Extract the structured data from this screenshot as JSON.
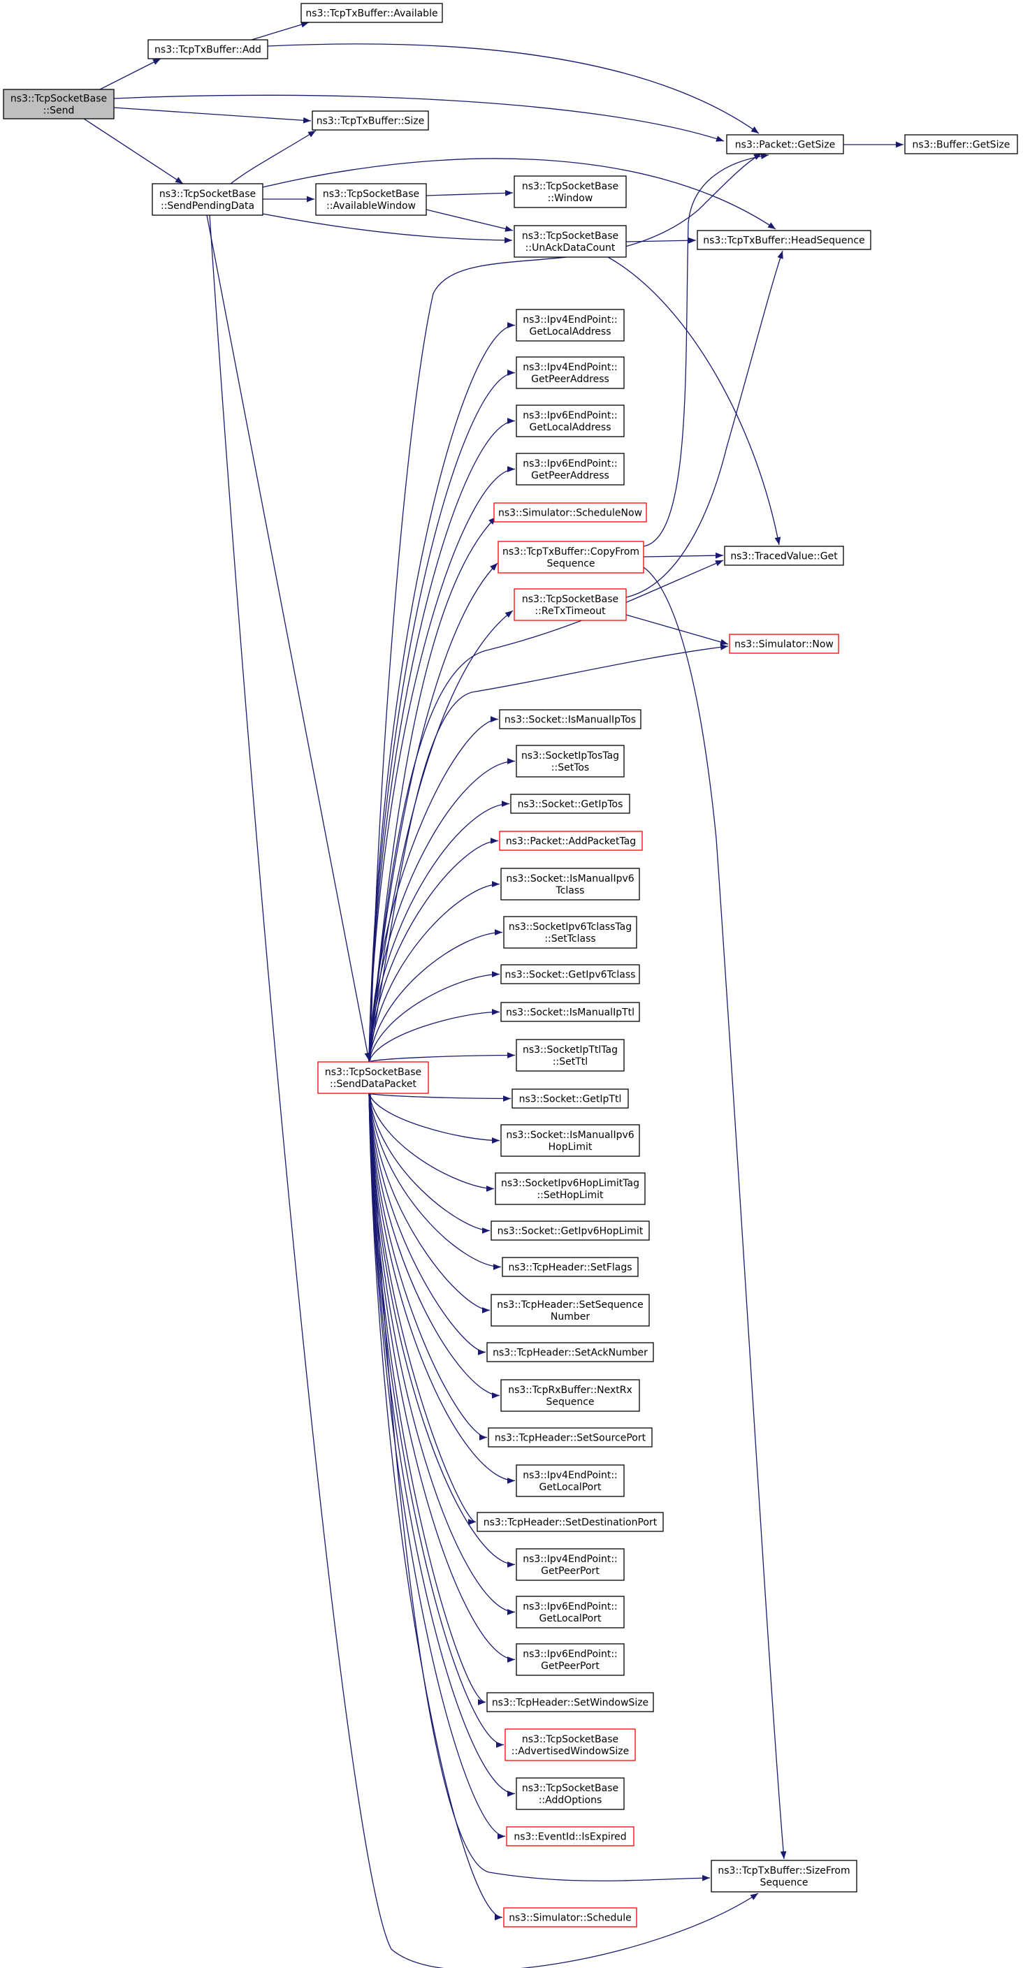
{
  "diagram": {
    "type": "call-graph",
    "colors": {
      "edge": "#191970",
      "node_border": "#000000",
      "link_red": "#ff0000",
      "root_fill": "#bfbfbf",
      "node_fill": "#ffffff"
    },
    "nodes": [
      {
        "id": "send",
        "lines": [
          "ns3::TcpSocketBase",
          "::Send"
        ],
        "style": "root"
      },
      {
        "id": "add",
        "lines": [
          "ns3::TcpTxBuffer::Add"
        ],
        "style": "normal"
      },
      {
        "id": "available",
        "lines": [
          "ns3::TcpTxBuffer::Available"
        ],
        "style": "normal"
      },
      {
        "id": "size",
        "lines": [
          "ns3::TcpTxBuffer::Size"
        ],
        "style": "normal"
      },
      {
        "id": "packet_getsize",
        "lines": [
          "ns3::Packet::GetSize"
        ],
        "style": "normal"
      },
      {
        "id": "buffer_getsize",
        "lines": [
          "ns3::Buffer::GetSize"
        ],
        "style": "normal"
      },
      {
        "id": "sendpending",
        "lines": [
          "ns3::TcpSocketBase",
          "::SendPendingData"
        ],
        "style": "normal"
      },
      {
        "id": "availwindow",
        "lines": [
          "ns3::TcpSocketBase",
          "::AvailableWindow"
        ],
        "style": "normal"
      },
      {
        "id": "window",
        "lines": [
          "ns3::TcpSocketBase",
          "::Window"
        ],
        "style": "normal"
      },
      {
        "id": "unack",
        "lines": [
          "ns3::TcpSocketBase",
          "::UnAckDataCount"
        ],
        "style": "normal"
      },
      {
        "id": "headseq",
        "lines": [
          "ns3::TcpTxBuffer::HeadSequence"
        ],
        "style": "normal"
      },
      {
        "id": "ipv4_local",
        "lines": [
          "ns3::Ipv4EndPoint::",
          "GetLocalAddress"
        ],
        "style": "normal"
      },
      {
        "id": "ipv4_peer",
        "lines": [
          "ns3::Ipv4EndPoint::",
          "GetPeerAddress"
        ],
        "style": "normal"
      },
      {
        "id": "ipv6_local",
        "lines": [
          "ns3::Ipv6EndPoint::",
          "GetLocalAddress"
        ],
        "style": "normal"
      },
      {
        "id": "ipv6_peer",
        "lines": [
          "ns3::Ipv6EndPoint::",
          "GetPeerAddress"
        ],
        "style": "normal"
      },
      {
        "id": "schedulenow",
        "lines": [
          "ns3::Simulator::ScheduleNow"
        ],
        "style": "red"
      },
      {
        "id": "copyfrom",
        "lines": [
          "ns3::TcpTxBuffer::CopyFrom",
          "Sequence"
        ],
        "style": "red"
      },
      {
        "id": "tracedget",
        "lines": [
          "ns3::TracedValue::Get"
        ],
        "style": "normal"
      },
      {
        "id": "retx",
        "lines": [
          "ns3::TcpSocketBase",
          "::ReTxTimeout"
        ],
        "style": "red"
      },
      {
        "id": "simnow",
        "lines": [
          "ns3::Simulator::Now"
        ],
        "style": "red"
      },
      {
        "id": "ismanualiptos",
        "lines": [
          "ns3::Socket::IsManualIpTos"
        ],
        "style": "normal"
      },
      {
        "id": "settos",
        "lines": [
          "ns3::SocketIpTosTag",
          "::SetTos"
        ],
        "style": "normal"
      },
      {
        "id": "getiptos",
        "lines": [
          "ns3::Socket::GetIpTos"
        ],
        "style": "normal"
      },
      {
        "id": "addpackettag",
        "lines": [
          "ns3::Packet::AddPacketTag"
        ],
        "style": "red"
      },
      {
        "id": "ismanualipv6tclass",
        "lines": [
          "ns3::Socket::IsManualIpv6",
          "Tclass"
        ],
        "style": "normal"
      },
      {
        "id": "settclass",
        "lines": [
          "ns3::SocketIpv6TclassTag",
          "::SetTclass"
        ],
        "style": "normal"
      },
      {
        "id": "getipv6tclass",
        "lines": [
          "ns3::Socket::GetIpv6Tclass"
        ],
        "style": "normal"
      },
      {
        "id": "ismanualipttl",
        "lines": [
          "ns3::Socket::IsManualIpTtl"
        ],
        "style": "normal"
      },
      {
        "id": "setttl",
        "lines": [
          "ns3::SocketIpTtlTag",
          "::SetTtl"
        ],
        "style": "normal"
      },
      {
        "id": "sendpacket",
        "lines": [
          "ns3::TcpSocketBase",
          "::SendDataPacket"
        ],
        "style": "red"
      },
      {
        "id": "getipttl",
        "lines": [
          "ns3::Socket::GetIpTtl"
        ],
        "style": "normal"
      },
      {
        "id": "ismanualipv6hop",
        "lines": [
          "ns3::Socket::IsManualIpv6",
          "HopLimit"
        ],
        "style": "normal"
      },
      {
        "id": "sethoplimit",
        "lines": [
          "ns3::SocketIpv6HopLimitTag",
          "::SetHopLimit"
        ],
        "style": "normal"
      },
      {
        "id": "getipv6hop",
        "lines": [
          "ns3::Socket::GetIpv6HopLimit"
        ],
        "style": "normal"
      },
      {
        "id": "setflags",
        "lines": [
          "ns3::TcpHeader::SetFlags"
        ],
        "style": "normal"
      },
      {
        "id": "setseq",
        "lines": [
          "ns3::TcpHeader::SetSequence",
          "Number"
        ],
        "style": "normal"
      },
      {
        "id": "setack",
        "lines": [
          "ns3::TcpHeader::SetAckNumber"
        ],
        "style": "normal"
      },
      {
        "id": "nextrx",
        "lines": [
          "ns3::TcpRxBuffer::NextRx",
          "Sequence"
        ],
        "style": "normal"
      },
      {
        "id": "setsrcport",
        "lines": [
          "ns3::TcpHeader::SetSourcePort"
        ],
        "style": "normal"
      },
      {
        "id": "ipv4_localport",
        "lines": [
          "ns3::Ipv4EndPoint::",
          "GetLocalPort"
        ],
        "style": "normal"
      },
      {
        "id": "setdstport",
        "lines": [
          "ns3::TcpHeader::SetDestinationPort"
        ],
        "style": "normal"
      },
      {
        "id": "ipv4_peerport",
        "lines": [
          "ns3::Ipv4EndPoint::",
          "GetPeerPort"
        ],
        "style": "normal"
      },
      {
        "id": "ipv6_localport",
        "lines": [
          "ns3::Ipv6EndPoint::",
          "GetLocalPort"
        ],
        "style": "normal"
      },
      {
        "id": "ipv6_peerport",
        "lines": [
          "ns3::Ipv6EndPoint::",
          "GetPeerPort"
        ],
        "style": "normal"
      },
      {
        "id": "setwindowsize",
        "lines": [
          "ns3::TcpHeader::SetWindowSize"
        ],
        "style": "normal"
      },
      {
        "id": "advwindow",
        "lines": [
          "ns3::TcpSocketBase",
          "::AdvertisedWindowSize"
        ],
        "style": "red"
      },
      {
        "id": "addoptions",
        "lines": [
          "ns3::TcpSocketBase",
          "::AddOptions"
        ],
        "style": "normal"
      },
      {
        "id": "isexpired",
        "lines": [
          "ns3::EventId::IsExpired"
        ],
        "style": "red"
      },
      {
        "id": "sizefrom",
        "lines": [
          "ns3::TcpTxBuffer::SizeFrom",
          "Sequence"
        ],
        "style": "normal"
      },
      {
        "id": "schedule",
        "lines": [
          "ns3::Simulator::Schedule"
        ],
        "style": "red"
      }
    ],
    "edges": [
      [
        "send",
        "add"
      ],
      [
        "send",
        "size"
      ],
      [
        "send",
        "packet_getsize"
      ],
      [
        "send",
        "sendpending"
      ],
      [
        "add",
        "available"
      ],
      [
        "add",
        "packet_getsize"
      ],
      [
        "packet_getsize",
        "buffer_getsize"
      ],
      [
        "sendpending",
        "size"
      ],
      [
        "sendpending",
        "availwindow"
      ],
      [
        "sendpending",
        "unack"
      ],
      [
        "sendpending",
        "headseq"
      ],
      [
        "sendpending",
        "sendpacket"
      ],
      [
        "sendpending",
        "sizefrom"
      ],
      [
        "availwindow",
        "window"
      ],
      [
        "availwindow",
        "unack"
      ],
      [
        "unack",
        "headseq"
      ],
      [
        "unack",
        "tracedget"
      ],
      [
        "copyfrom",
        "packet_getsize"
      ],
      [
        "copyfrom",
        "tracedget"
      ],
      [
        "copyfrom",
        "sizefrom"
      ],
      [
        "retx",
        "headseq"
      ],
      [
        "retx",
        "simnow"
      ],
      [
        "sendpacket",
        "packet_getsize"
      ],
      [
        "sendpacket",
        "ipv4_local"
      ],
      [
        "sendpacket",
        "ipv4_peer"
      ],
      [
        "sendpacket",
        "ipv6_local"
      ],
      [
        "sendpacket",
        "ipv6_peer"
      ],
      [
        "sendpacket",
        "schedulenow"
      ],
      [
        "sendpacket",
        "copyfrom"
      ],
      [
        "sendpacket",
        "retx"
      ],
      [
        "sendpacket",
        "tracedget"
      ],
      [
        "sendpacket",
        "simnow"
      ],
      [
        "sendpacket",
        "ismanualiptos"
      ],
      [
        "sendpacket",
        "settos"
      ],
      [
        "sendpacket",
        "getiptos"
      ],
      [
        "sendpacket",
        "addpackettag"
      ],
      [
        "sendpacket",
        "ismanualipv6tclass"
      ],
      [
        "sendpacket",
        "settclass"
      ],
      [
        "sendpacket",
        "getipv6tclass"
      ],
      [
        "sendpacket",
        "ismanualipttl"
      ],
      [
        "sendpacket",
        "setttl"
      ],
      [
        "sendpacket",
        "getipttl"
      ],
      [
        "sendpacket",
        "ismanualipv6hop"
      ],
      [
        "sendpacket",
        "sethoplimit"
      ],
      [
        "sendpacket",
        "getipv6hop"
      ],
      [
        "sendpacket",
        "setflags"
      ],
      [
        "sendpacket",
        "setseq"
      ],
      [
        "sendpacket",
        "setack"
      ],
      [
        "sendpacket",
        "nextrx"
      ],
      [
        "sendpacket",
        "setsrcport"
      ],
      [
        "sendpacket",
        "ipv4_localport"
      ],
      [
        "sendpacket",
        "setdstport"
      ],
      [
        "sendpacket",
        "ipv4_peerport"
      ],
      [
        "sendpacket",
        "ipv6_localport"
      ],
      [
        "sendpacket",
        "ipv6_peerport"
      ],
      [
        "sendpacket",
        "setwindowsize"
      ],
      [
        "sendpacket",
        "advwindow"
      ],
      [
        "sendpacket",
        "addoptions"
      ],
      [
        "sendpacket",
        "isexpired"
      ],
      [
        "sendpacket",
        "sizefrom"
      ],
      [
        "sendpacket",
        "schedule"
      ]
    ]
  }
}
